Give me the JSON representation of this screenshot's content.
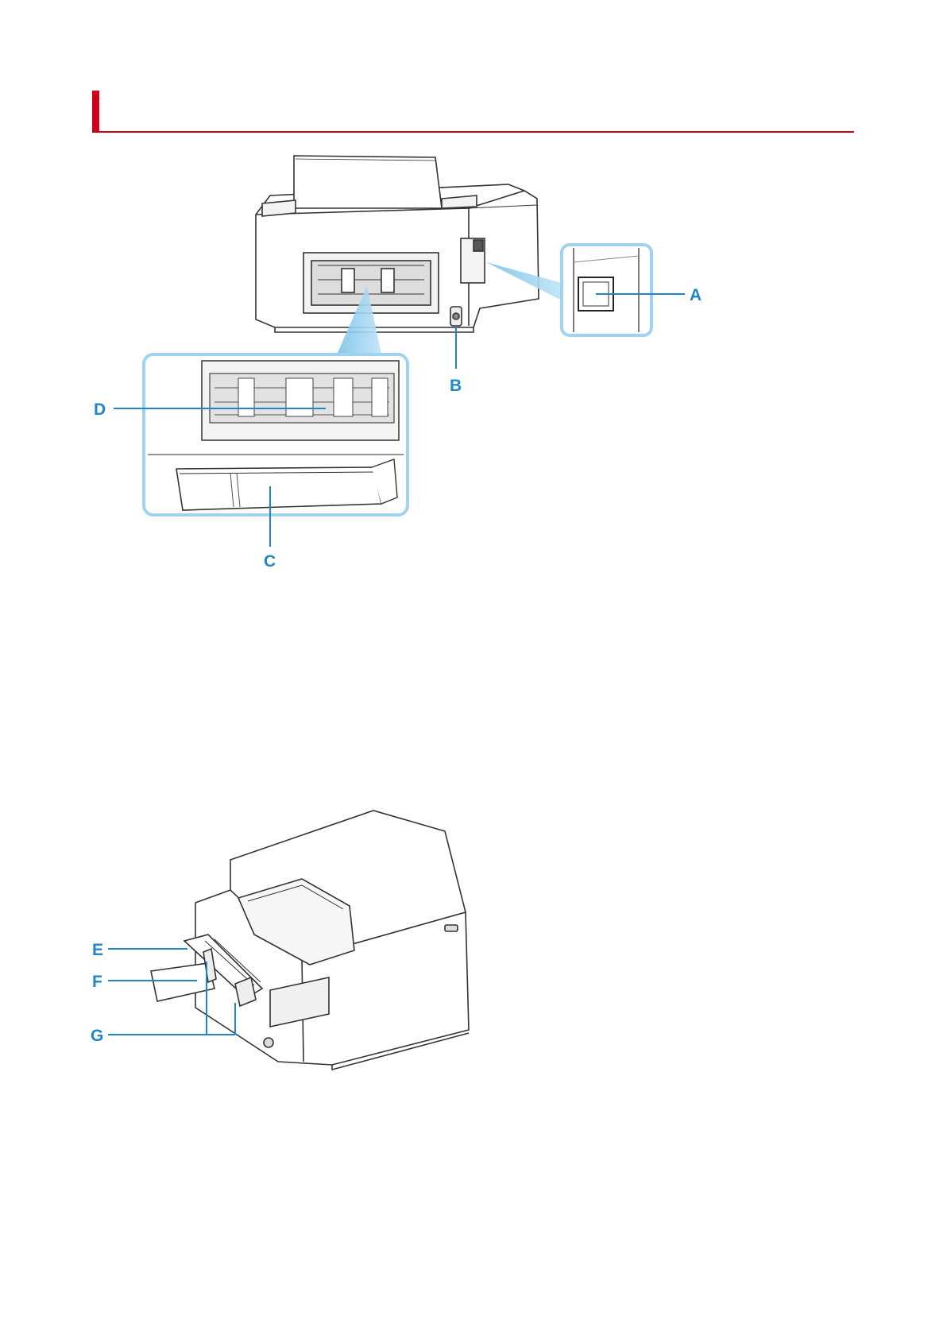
{
  "page": {
    "heading": ""
  },
  "figure_rear": {
    "callouts": {
      "A": "A",
      "B": "B",
      "C": "C",
      "D": "D"
    }
  },
  "figure_side": {
    "callouts": {
      "E": "E",
      "F": "F",
      "G": "G"
    }
  },
  "colors": {
    "accent_red": "#d0021b",
    "callout_blue": "#1f86c9",
    "zoom_fill": "#9fd3ef",
    "outline": "#333333"
  }
}
